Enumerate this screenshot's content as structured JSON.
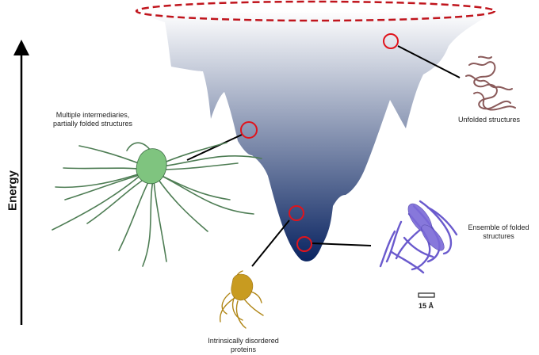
{
  "axis": {
    "label": "Energy"
  },
  "labels": {
    "intermediates": [
      "Multiple intermediaries,",
      "partially folded structures"
    ],
    "unfolded": "Unfolded structures",
    "folded": [
      "Ensemble of folded",
      "structures"
    ],
    "idp": [
      "Intrinsically disordered",
      "proteins"
    ],
    "scale": "15 Å"
  },
  "colors": {
    "funnel_top": "#ffffff",
    "funnel_bottom": "#0a2461",
    "rim": "#c0141c",
    "marker": "#e0141c",
    "connector": "#000000",
    "unfolded_protein": "#8a5a5a",
    "intermediate_protein": "#4e7d54",
    "intermediate_core": "#7fc47f",
    "folded_protein": "#6a5acd",
    "idp_protein": "#c89b20"
  }
}
